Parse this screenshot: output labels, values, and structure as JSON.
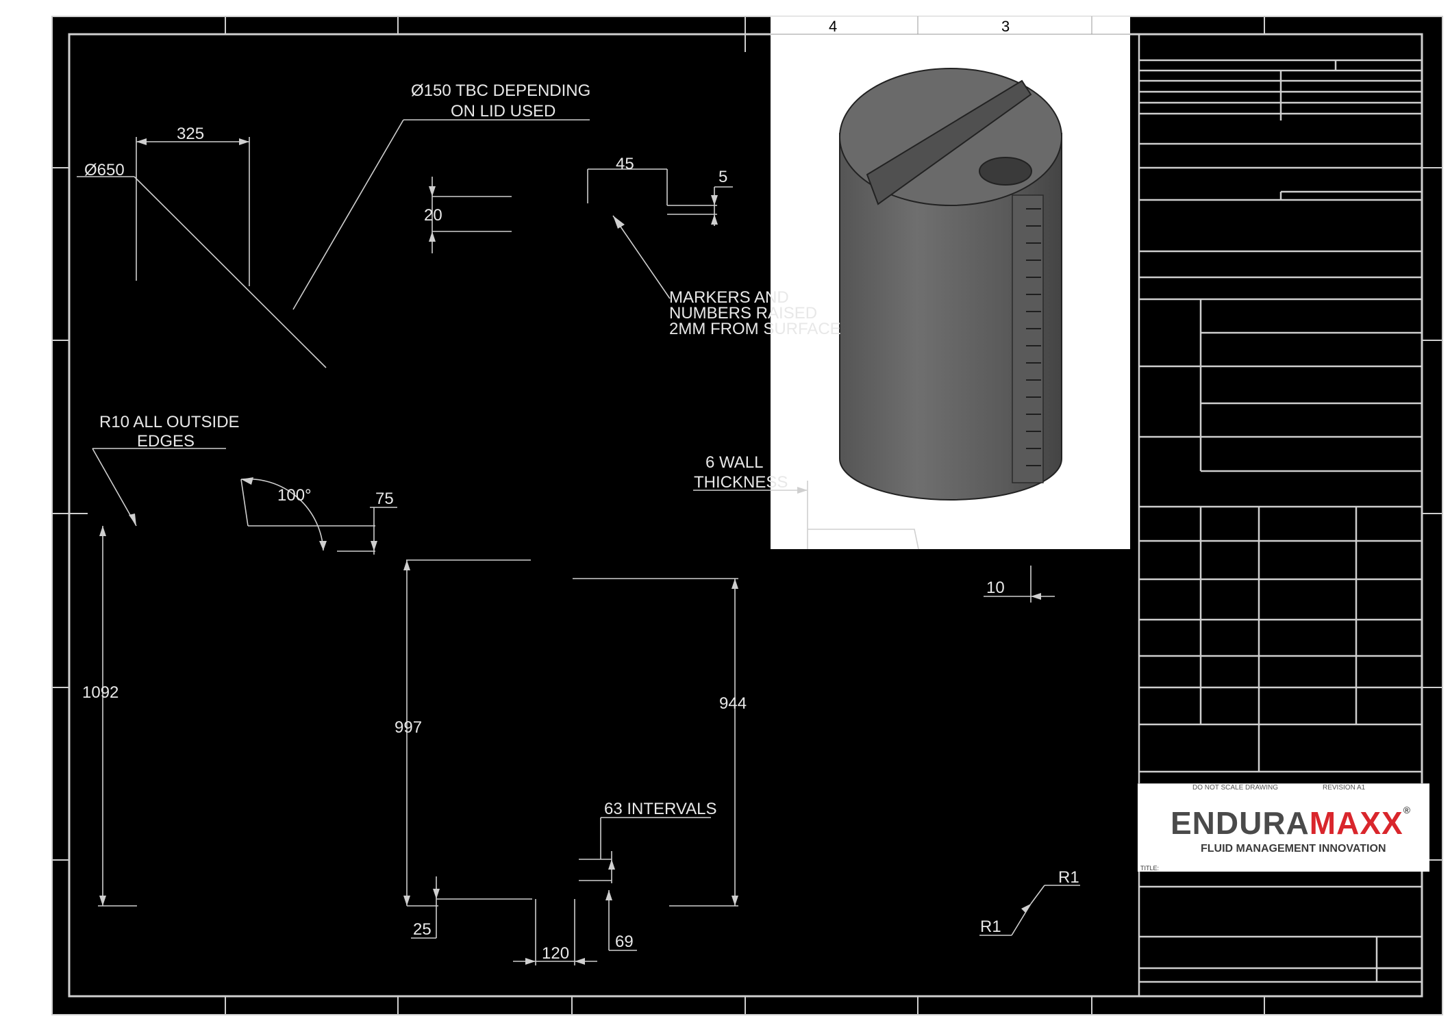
{
  "zones": {
    "left": "4",
    "right": "3"
  },
  "dimensions": {
    "tank_diameter": "Ø650",
    "half_width": "325",
    "lid_hole": "Ø150 TBC DEPENDING",
    "lid_hole_line2": "ON LID USED",
    "marker_spacing_vertical": "20",
    "marker_length": "45",
    "marker_height": "5",
    "markers_note_line1": "MARKERS AND",
    "markers_note_line2": "NUMBERS RAISED",
    "markers_note_line3": "2MM FROM SURFACE",
    "radius_note_line1": "R10 ALL OUTSIDE",
    "radius_note_line2": "EDGES",
    "angle": "100°",
    "ridge_height": "75",
    "wall_line1": "6 WALL",
    "wall_line2": "THICKNESS",
    "offset_10": "10",
    "overall_height": "1092",
    "scale_height": "997",
    "top_marker_height": "944",
    "intervals_note": "63 INTERVALS",
    "bottom_offset": "25",
    "scale_width": "120",
    "first_marker": "69",
    "radius_r1_a": "R1",
    "radius_r1_b": "R1"
  },
  "title_block": {
    "do_not_scale": "DO NOT SCALE DRAWING",
    "revision": "REVISION A1",
    "brand_part1": "ENDURA",
    "brand_part2": "MAXX",
    "registered": "®",
    "tagline": "FLUID MANAGEMENT INNOVATION",
    "title_label": "TITLE:"
  },
  "colors": {
    "sheet": "#000000",
    "lines": "#cfcfcf",
    "brand_red": "#d9262c",
    "brand_grey": "#4a4a4a"
  }
}
